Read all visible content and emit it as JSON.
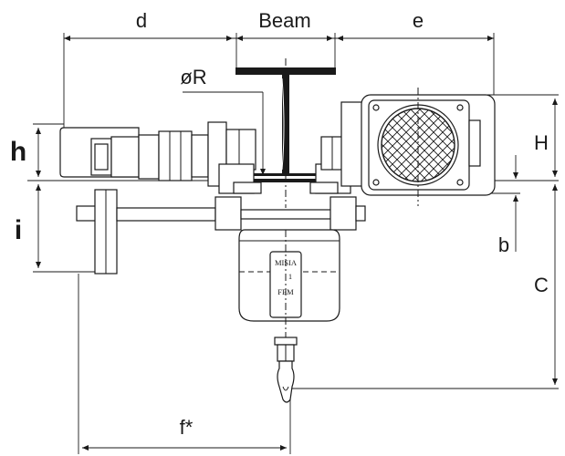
{
  "labels": {
    "d": "d",
    "beam": "Beam",
    "e": "e",
    "r": "øR",
    "h": "h",
    "H": "H",
    "i": "i",
    "b": "b",
    "C": "C",
    "f": "f*"
  },
  "nameplate": {
    "line1": "MISIA",
    "line2": "1",
    "line3": "FEM"
  }
}
